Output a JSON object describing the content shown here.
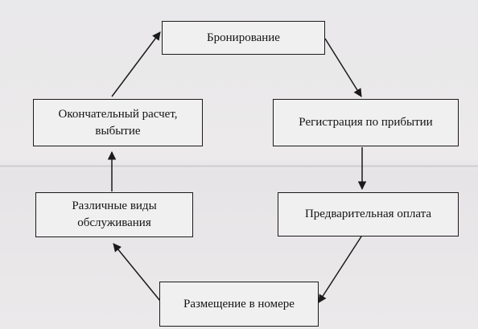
{
  "diagram": {
    "nodes": [
      {
        "id": "booking",
        "label": "Бронирование"
      },
      {
        "id": "registration",
        "label": "Регистрация по прибытии"
      },
      {
        "id": "prepayment",
        "label": "Предварительная оплата"
      },
      {
        "id": "accommodation",
        "label": "Размещение в номере"
      },
      {
        "id": "services",
        "label": "Различные виды\nобслуживания"
      },
      {
        "id": "checkout",
        "label": "Окончательный расчет,\nвыбытие"
      }
    ],
    "edges": [
      {
        "from": "booking",
        "to": "registration"
      },
      {
        "from": "registration",
        "to": "prepayment"
      },
      {
        "from": "prepayment",
        "to": "accommodation"
      },
      {
        "from": "accommodation",
        "to": "services"
      },
      {
        "from": "services",
        "to": "checkout"
      },
      {
        "from": "checkout",
        "to": "booking"
      }
    ],
    "colors": {
      "stroke": "#1b1b1b",
      "box_fill": "#f1f0f1",
      "background": "#ebe9ea"
    }
  }
}
